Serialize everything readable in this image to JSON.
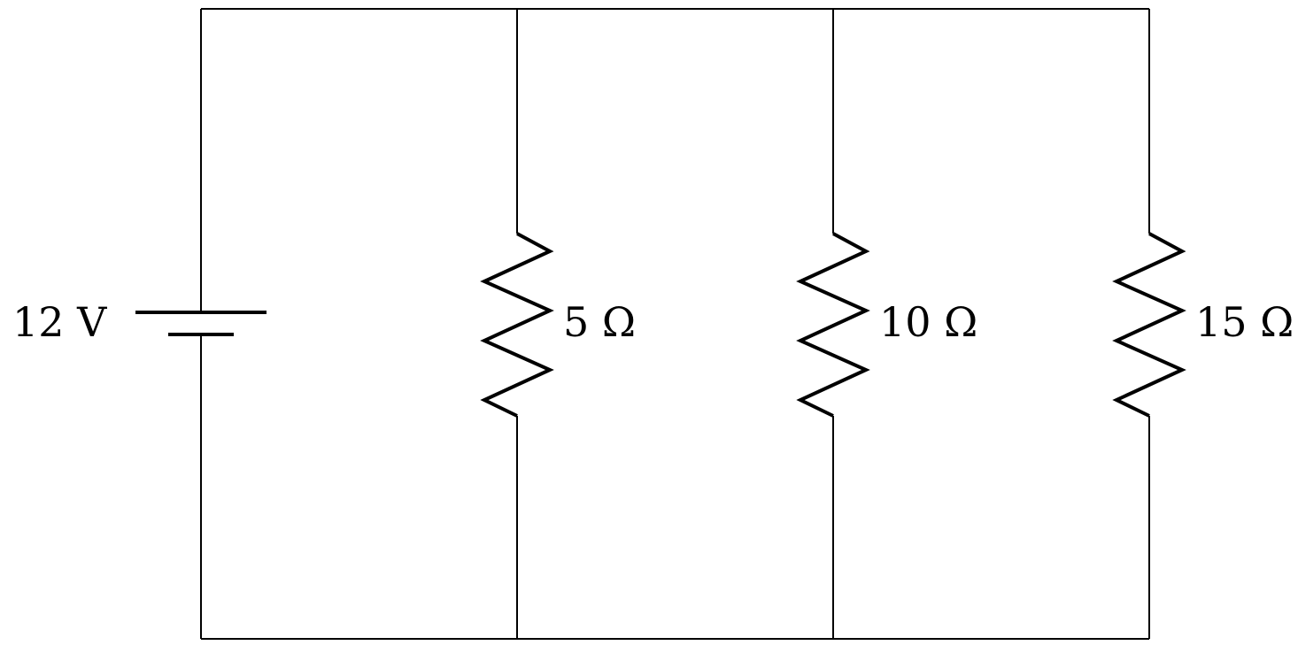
{
  "diagram": {
    "type": "parallel-circuit",
    "source": {
      "label": "12 V",
      "voltage": 12,
      "unit": "V"
    },
    "resistors": [
      {
        "label": "5 Ω",
        "resistance": 5
      },
      {
        "label": "10 Ω",
        "resistance": 10
      },
      {
        "label": "15 Ω",
        "resistance": 15
      }
    ],
    "colors": {
      "line": "#000000",
      "background": "#ffffff"
    }
  }
}
